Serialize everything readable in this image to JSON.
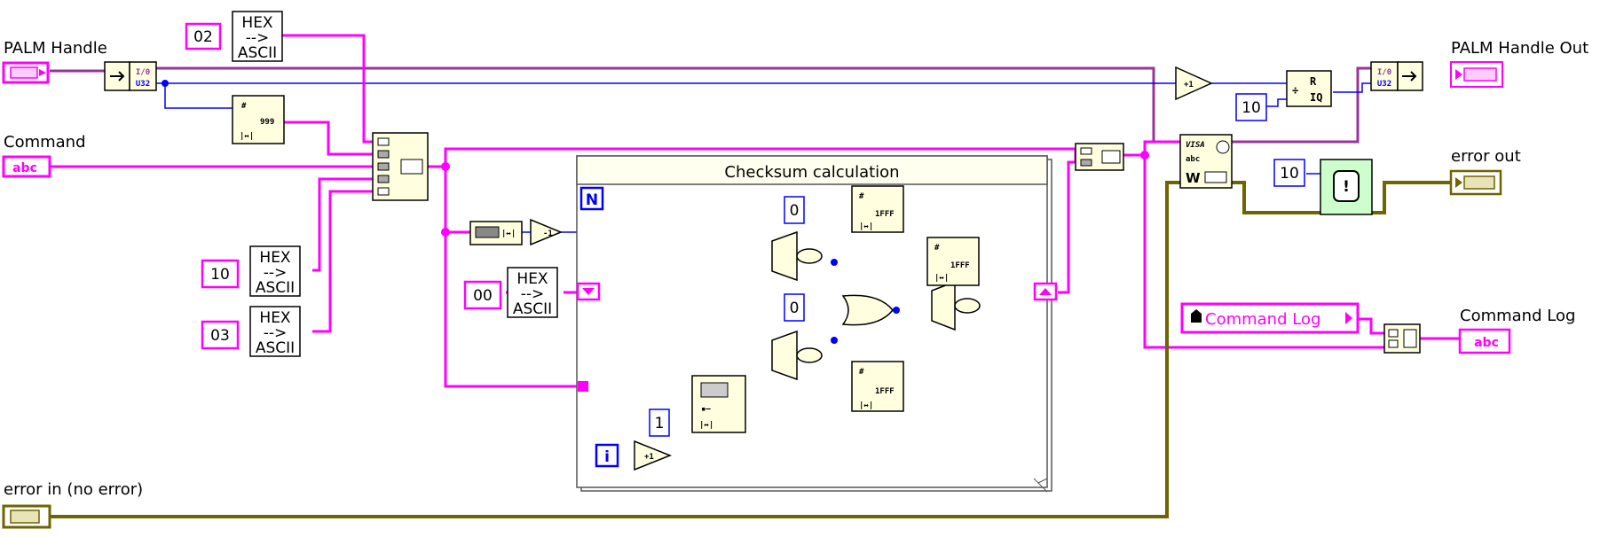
{
  "labels": {
    "palm_handle": "PALM Handle",
    "palm_handle_out": "PALM Handle Out",
    "command": "Command",
    "error_out": "error out",
    "error_in": "error in (no error)",
    "command_log": "Command Log",
    "checksum_title": "Checksum calculation",
    "command_log_node": "Command Log"
  },
  "constants": {
    "c02": "02",
    "c10_hex": "10",
    "c03": "03",
    "c00": "00",
    "c0_top": "0",
    "c0_bottom": "0",
    "c1": "1",
    "c10_divide": "10",
    "c10_wait": "10"
  },
  "glyphs": {
    "hex_ascii_top": "HEX",
    "hex_ascii_mid": "-->",
    "hex_ascii_bot": "ASCII",
    "loop_count": "N",
    "loop_index": "i",
    "fmt_999": "999",
    "fmt_1fff": "1FFF",
    "io": "I/0",
    "u32": "U32",
    "abc": "abc",
    "visa": "VISA",
    "plus_one": "+1",
    "minus_one": "-1",
    "w": "W",
    "r": "R",
    "iq": "IQ"
  },
  "colors": {
    "string_wire": "#ff00ff",
    "refnum_wire": "#993399",
    "numeric_wire": "#0000ff",
    "error_wire": "#6e6400",
    "node_fill": "#ffffe0"
  }
}
